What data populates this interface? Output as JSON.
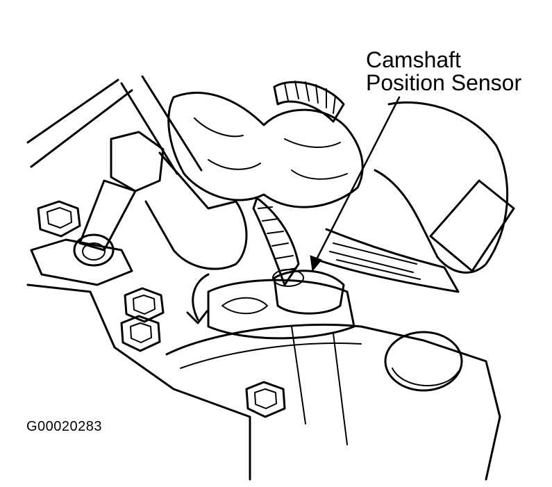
{
  "callout": {
    "line1": "Camshaft",
    "line2": "Position Sensor"
  },
  "figure_id": "G00020283",
  "colors": {
    "ink": "#000000",
    "paper": "#ffffff"
  }
}
